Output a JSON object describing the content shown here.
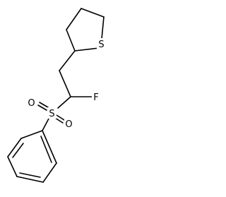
{
  "molecule": {
    "atoms": {
      "ring_sulfur": "S",
      "fluorine": "F",
      "sulfonyl_sulfur": "S",
      "oxygen_left": "O",
      "oxygen_right": "O"
    },
    "colors": {
      "bond": "#000000",
      "label": "#000000",
      "background": "#ffffff"
    }
  }
}
